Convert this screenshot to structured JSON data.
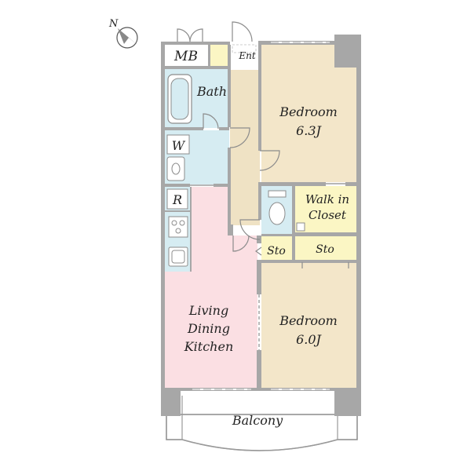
{
  "compass": {
    "label": "N"
  },
  "rooms": {
    "mb": "MB",
    "ent": "Ent",
    "bath": "Bath",
    "washroom": "W",
    "fridge": "R",
    "bedroom1_name": "Bedroom",
    "bedroom1_size": "6.3J",
    "walk_in_line1": "Walk in",
    "walk_in_line2": "Closet",
    "storage_left": "Sto",
    "storage_right": "Sto",
    "ldk_line1": "Living",
    "ldk_line2": "Dining",
    "ldk_line3": "Kitchen",
    "bedroom2_name": "Bedroom",
    "bedroom2_size": "6.0J",
    "balcony": "Balcony"
  },
  "colors": {
    "wall": "#a7a7a7",
    "bedroom": "#f3e6c9",
    "corridor": "#efe2c4",
    "wet_area": "#d6ecf2",
    "living": "#fbdfe3",
    "closet": "#fbf6c4",
    "balcony": "#ffffff"
  }
}
